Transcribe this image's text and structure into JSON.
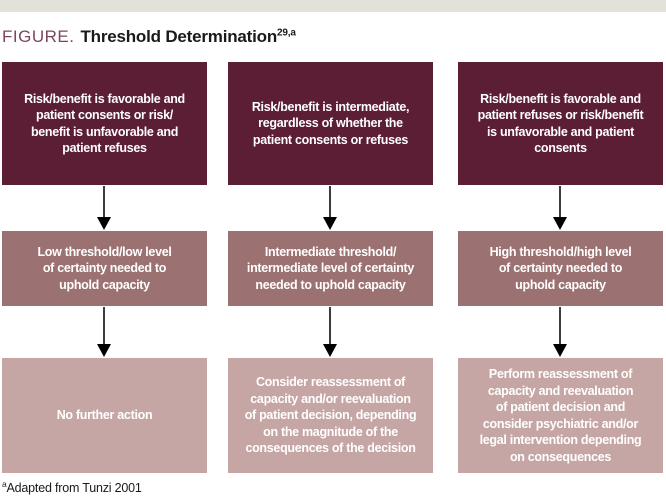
{
  "header": {
    "figure_label": "FIGURE.",
    "title": "Threshold Determination",
    "title_superscript": "29,a"
  },
  "colors": {
    "top_bar": "#e3e2d9",
    "figure_label": "#7c4660",
    "box_dark": "#5b1e35",
    "box_mid": "#9c7172",
    "box_light": "#c5a6a5",
    "box_text": "#ffffff"
  },
  "flowchart": {
    "columns": [
      {
        "steps": [
          {
            "text": "Risk/benefit is favorable and\npatient consents or risk/\nbenefit is unfavorable and\npatient refuses"
          },
          {
            "text": "Low threshold/low level\nof certainty needed to\nuphold capacity"
          },
          {
            "text": "No further action"
          }
        ]
      },
      {
        "steps": [
          {
            "text": "Risk/benefit is intermediate,\nregardless of whether the\npatient consents or refuses"
          },
          {
            "text": "Intermediate threshold/\nintermediate level of certainty\nneeded to uphold capacity"
          },
          {
            "text": "Consider reassessment of\ncapacity and/or reevaluation\nof patient decision, depending\non the magnitude of the\nconsequences of the decision"
          }
        ]
      },
      {
        "steps": [
          {
            "text": "Risk/benefit is favorable and\npatient refuses or risk/benefit\nis unfavorable and patient\nconsents"
          },
          {
            "text": "High threshold/high level\nof certainty needed to\nuphold capacity"
          },
          {
            "text": "Perform reassessment of\ncapacity and reevaluation\nof patient decision and\nconsider psychiatric and/or\nlegal intervention depending\non consequences"
          }
        ]
      }
    ]
  },
  "footnote": {
    "superscript": "a",
    "text": "Adapted from Tunzi 2001"
  }
}
